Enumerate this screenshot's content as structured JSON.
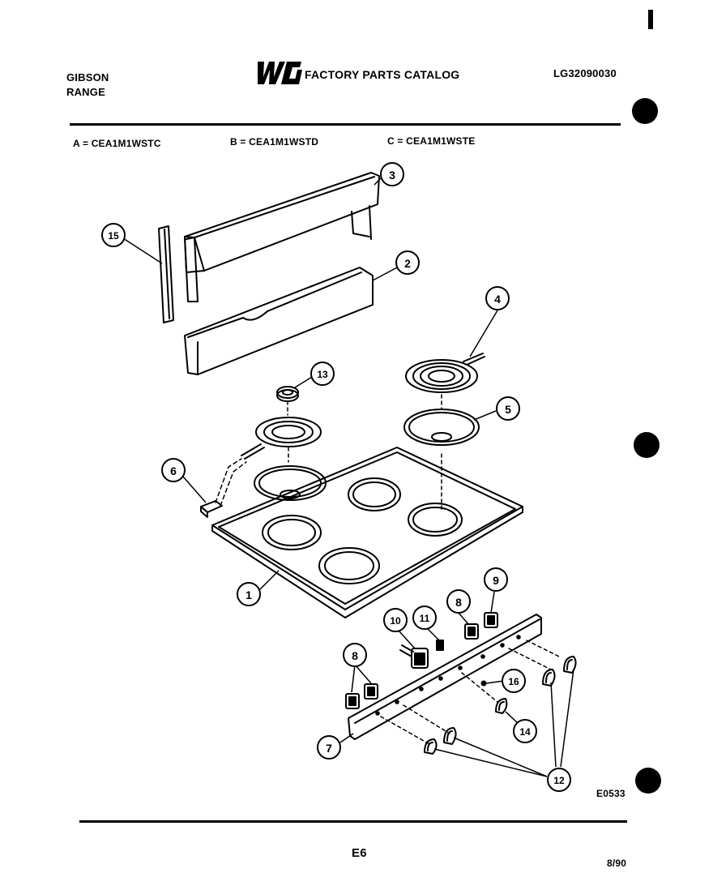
{
  "header": {
    "brand_line1": "GIBSON",
    "brand_line2": "RANGE",
    "logo_text": "WCI",
    "catalog_title": "FACTORY PARTS CATALOG",
    "catalog_code": "LG32090030"
  },
  "models": [
    "A = CEA1M1WSTC",
    "B = CEA1M1WSTD",
    "C = CEA1M1WSTE"
  ],
  "callouts": [
    "1",
    "2",
    "3",
    "4",
    "5",
    "6",
    "7",
    "8",
    "8",
    "9",
    "10",
    "11",
    "12",
    "13",
    "14",
    "15",
    "16"
  ],
  "drawing_code": "E0533",
  "footer": {
    "page": "E6",
    "date": "8/90"
  }
}
